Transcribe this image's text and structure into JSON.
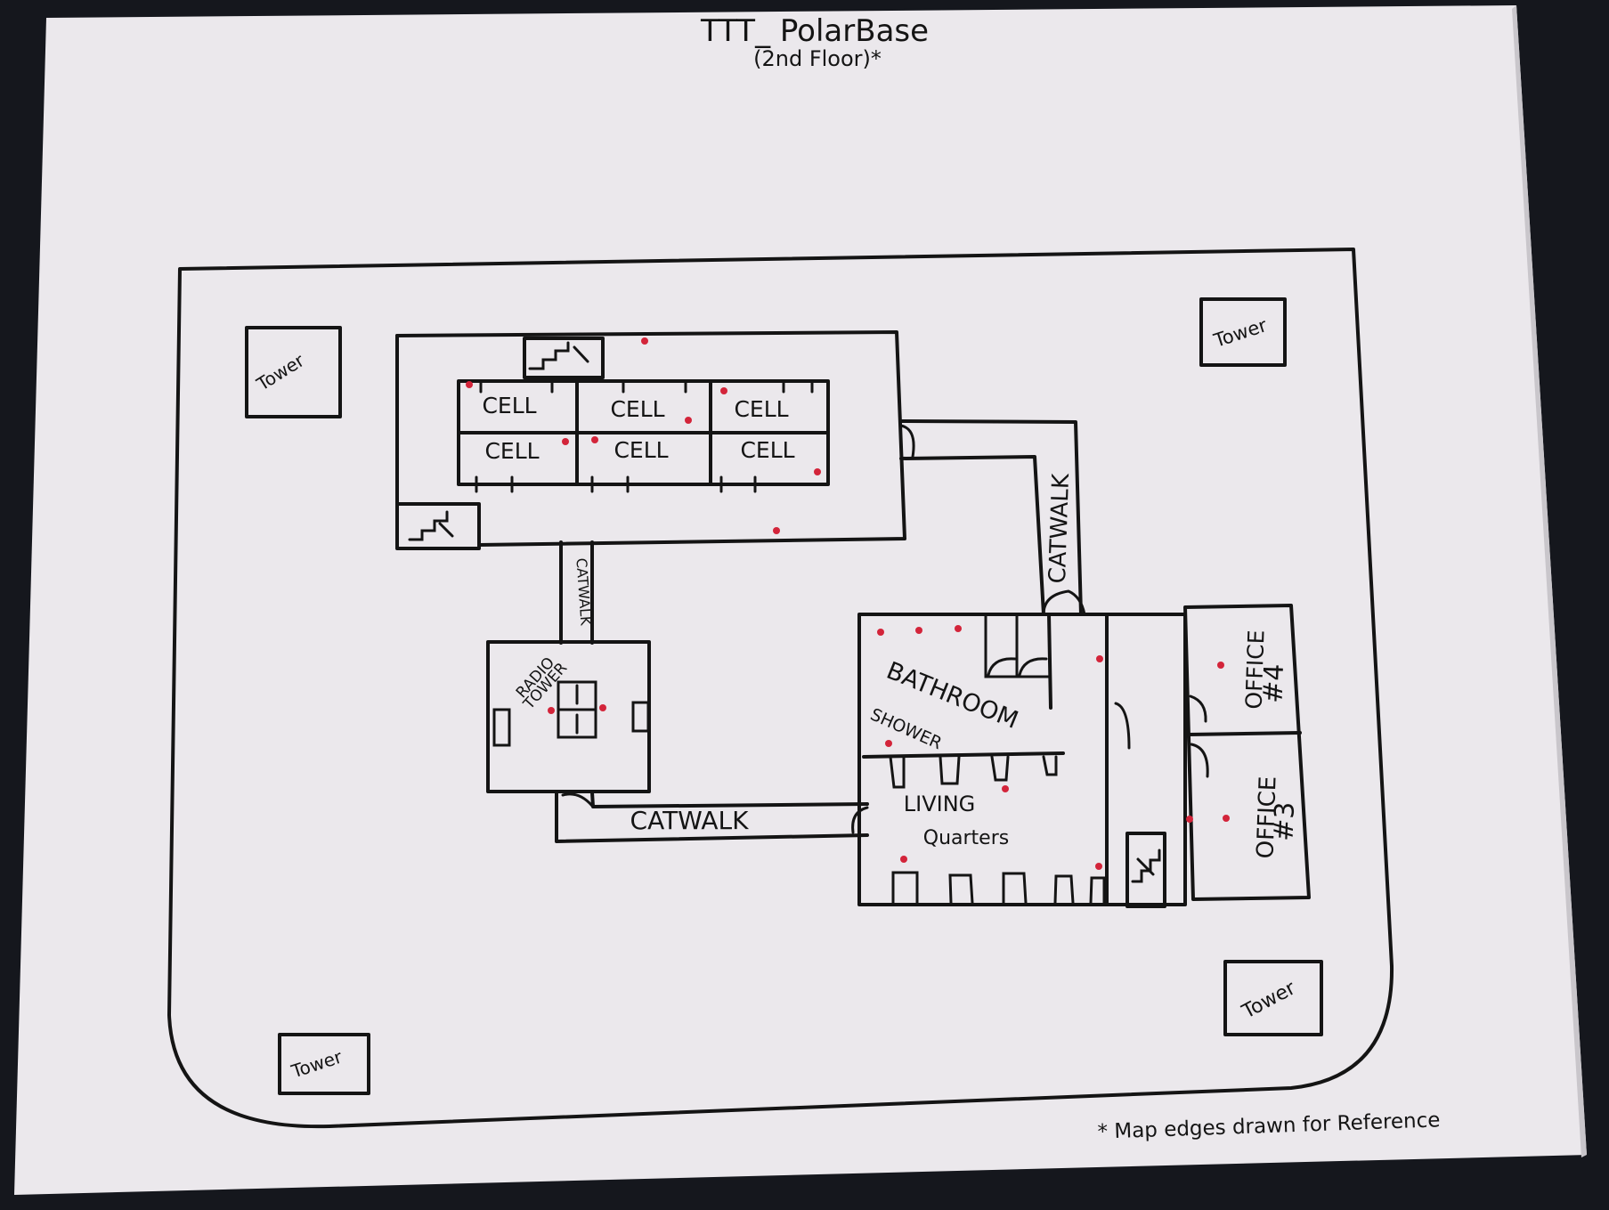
{
  "title": {
    "main": "TTT_ PolarBase",
    "sub": "(2nd Floor)*"
  },
  "footnote": "* Map edges drawn for Reference",
  "labels": {
    "tower_tl": "Tower",
    "tower_tr": "Tower",
    "tower_bl": "Tower",
    "tower_br": "Tower",
    "cell_1": "CELL",
    "cell_2": "CELL",
    "cell_3": "CELL",
    "cell_4": "CELL",
    "cell_5": "CELL",
    "cell_6": "CELL",
    "catwalk_right": "CATWALK",
    "catwalk_short": "CATWALK",
    "catwalk_bottom": "CATWALK",
    "radio_tower_1": "RADIO",
    "radio_tower_2": "TOWER",
    "bathroom": "BATHROOM",
    "shower": "SHOWER",
    "living_1": "LIVING",
    "living_2": "Quarters",
    "office_4_a": "OFFICE",
    "office_4_b": "#4",
    "office_3_a": "OFFICE",
    "office_3_b": "#3"
  },
  "colors": {
    "paper": "#ebe8ec",
    "ink": "#141414",
    "marker": "#d3243a",
    "background": "#15171d"
  },
  "icons": [
    "stairs-icon",
    "ladder-icon",
    "door-icon",
    "marker-dot"
  ]
}
